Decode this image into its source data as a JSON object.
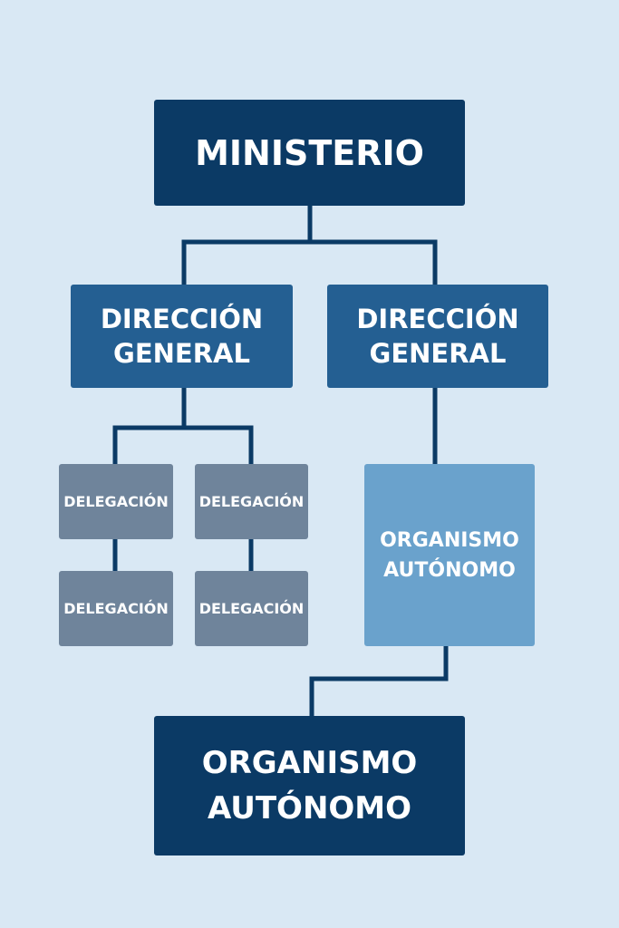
{
  "ministry": "MINISTERIO",
  "directions": [
    "DIRECCIÓN GENERAL",
    "DIRECCIÓN GENERAL"
  ],
  "delegations": [
    "DELEGACIÓN",
    "DELEGACIÓN",
    "DELEGACIÓN",
    "DELEGACIÓN"
  ],
  "autonomous_small": "ORGANISMO AUTÓNOMO",
  "autonomous_large": "ORGANISMO AUTÓNOMO",
  "colors": {
    "background": "#d9e8f4",
    "dark": "#0b3a65",
    "mid": "#245f92",
    "gray": "#6f849b",
    "light": "#6aa2cc",
    "line": "#0b3a65"
  }
}
